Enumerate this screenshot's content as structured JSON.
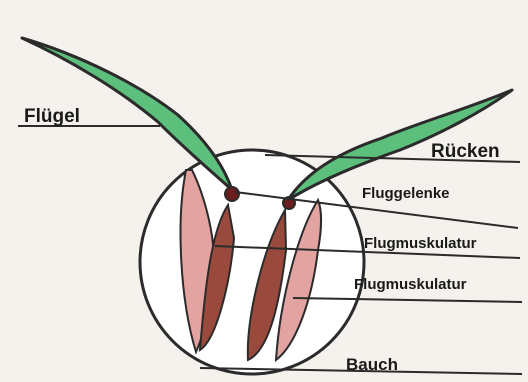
{
  "labels": {
    "wing": "Flügel",
    "back": "Rücken",
    "joint": "Fluggelenke",
    "muscle_upper": "Flugmuskulatur",
    "muscle_lower": "Flugmuskulatur",
    "belly": "Bauch"
  },
  "colors": {
    "paper": "#f5f2ee",
    "outline": "#2b2b2b",
    "wing": "#5dbf7c",
    "muscle_light": "#e3a3a0",
    "muscle_dark": "#9a4a3c",
    "joint": "#6a1e1e"
  }
}
